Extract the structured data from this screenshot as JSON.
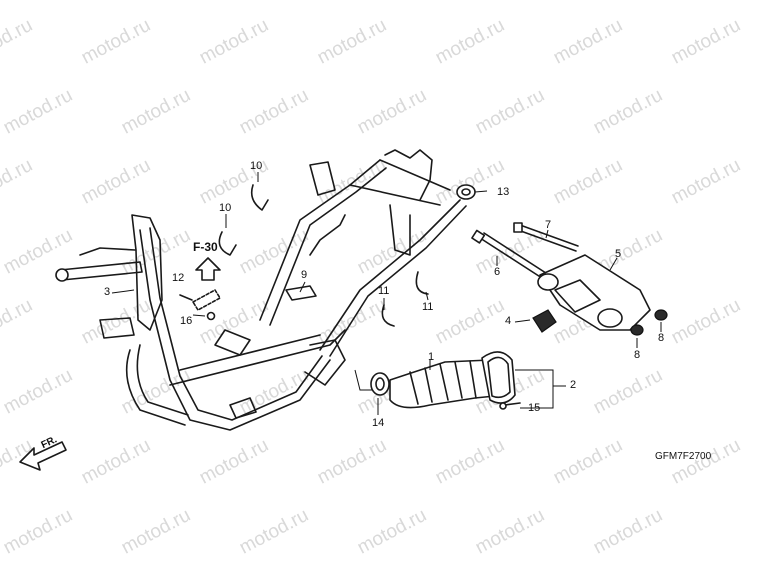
{
  "watermark": "motod.ru",
  "diagram_code": "GFM7F2700",
  "reference": "F-30",
  "front_marker": "FR.",
  "callouts": {
    "c1": "1",
    "c2": "2",
    "c3": "3",
    "c4": "4",
    "c5": "5",
    "c6": "6",
    "c7": "7",
    "c8a": "8",
    "c8b": "8",
    "c9": "9",
    "c10a": "10",
    "c10b": "10",
    "c11a": "11",
    "c11b": "11",
    "c12": "12",
    "c13": "13",
    "c14": "14",
    "c15": "15",
    "c16": "16"
  }
}
